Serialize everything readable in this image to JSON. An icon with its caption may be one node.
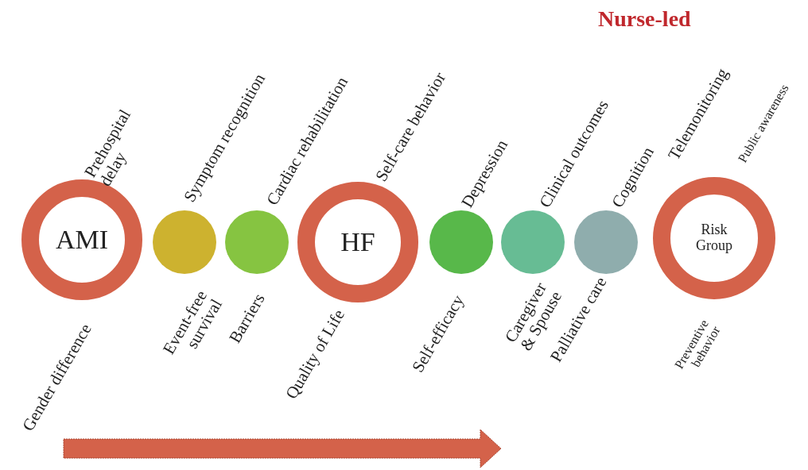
{
  "diagram": {
    "title": "Nurse-led",
    "nodes": [
      {
        "text": [
          "AMI"
        ]
      },
      {
        "text": [],
        "shape": "circle"
      },
      {
        "text": [],
        "shape": "circle"
      },
      {
        "text": [
          "HF"
        ]
      },
      {
        "text": [],
        "shape": "circle"
      },
      {
        "text": [],
        "shape": "circle"
      },
      {
        "text": [],
        "shape": "circle"
      },
      {
        "text": [
          "Risk Group"
        ]
      }
    ],
    "labels": [
      "Prehospital delay",
      "Symptom recognition",
      "Cardiac rehabilitation",
      "Self-care behavior",
      "Depression",
      "Clinical outcomes",
      "Cognition",
      "Telemonitoring",
      "Public awareness",
      "Gender difference",
      "Event-free survival",
      "Barriers",
      "Quality of Life",
      "Self-efficacy",
      "Caregiver & Spouse",
      "Palliative care",
      "Preventive behavior"
    ]
  }
}
